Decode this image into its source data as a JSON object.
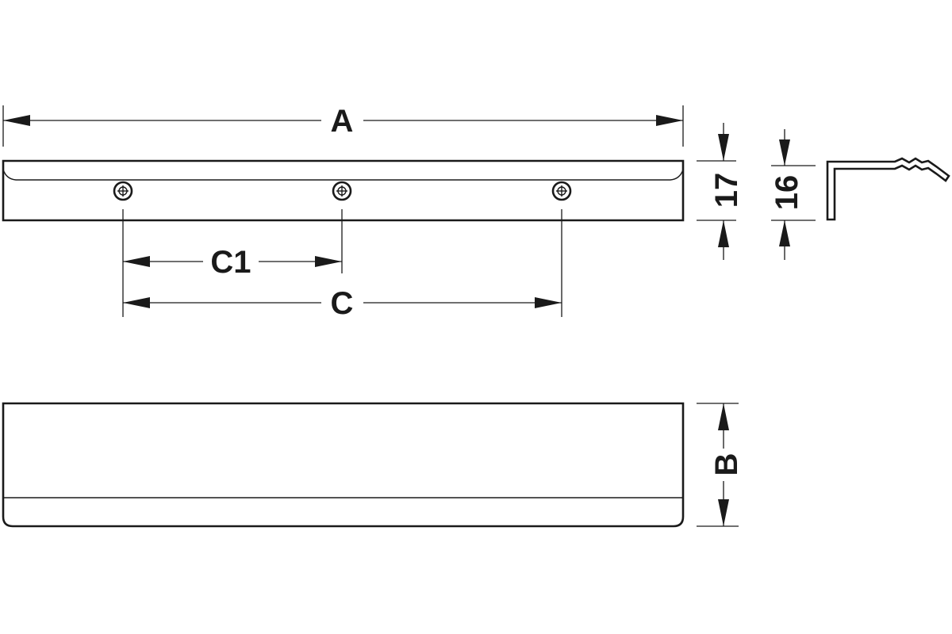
{
  "dimensions": {
    "overall_length": "A",
    "hole_spacing_half": "C1",
    "hole_spacing": "C",
    "depth": "B",
    "height_front": "17",
    "height_profile": "16"
  },
  "colors": {
    "line": "#1a1a1a",
    "background": "#ffffff"
  }
}
